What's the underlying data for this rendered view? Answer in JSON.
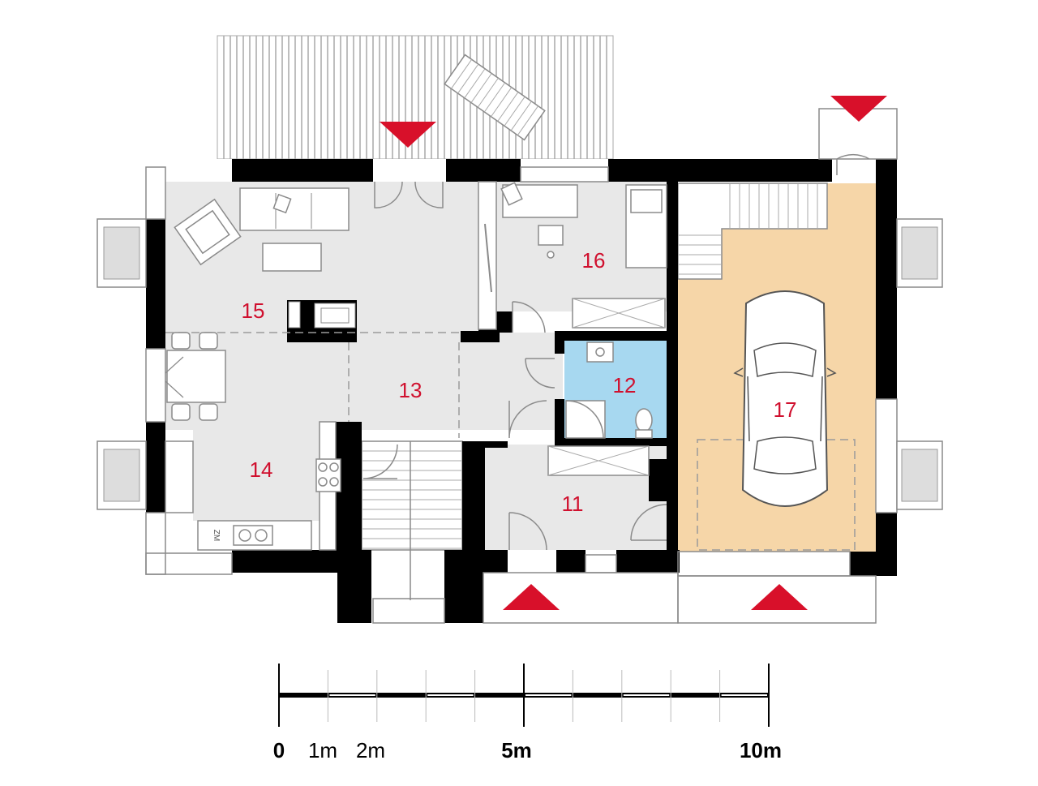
{
  "plan": {
    "rooms": [
      {
        "id": "11",
        "label": "11"
      },
      {
        "id": "12",
        "label": "12"
      },
      {
        "id": "13",
        "label": "13"
      },
      {
        "id": "14",
        "label": "14"
      },
      {
        "id": "15",
        "label": "15"
      },
      {
        "id": "16",
        "label": "16"
      },
      {
        "id": "17",
        "label": "17"
      }
    ],
    "appliance_label": "ZM",
    "colors": {
      "walls": "#000000",
      "floor": "#e8e8e8",
      "bathroom": "#a7d8f0",
      "garage": "#f6d6a8",
      "entrance_marker": "#d8102a",
      "room_number": "#d0102e"
    }
  },
  "scale_bar": {
    "labels": {
      "zero": "0",
      "one": "1m",
      "two": "2m",
      "five": "5m",
      "ten": "10m"
    }
  }
}
